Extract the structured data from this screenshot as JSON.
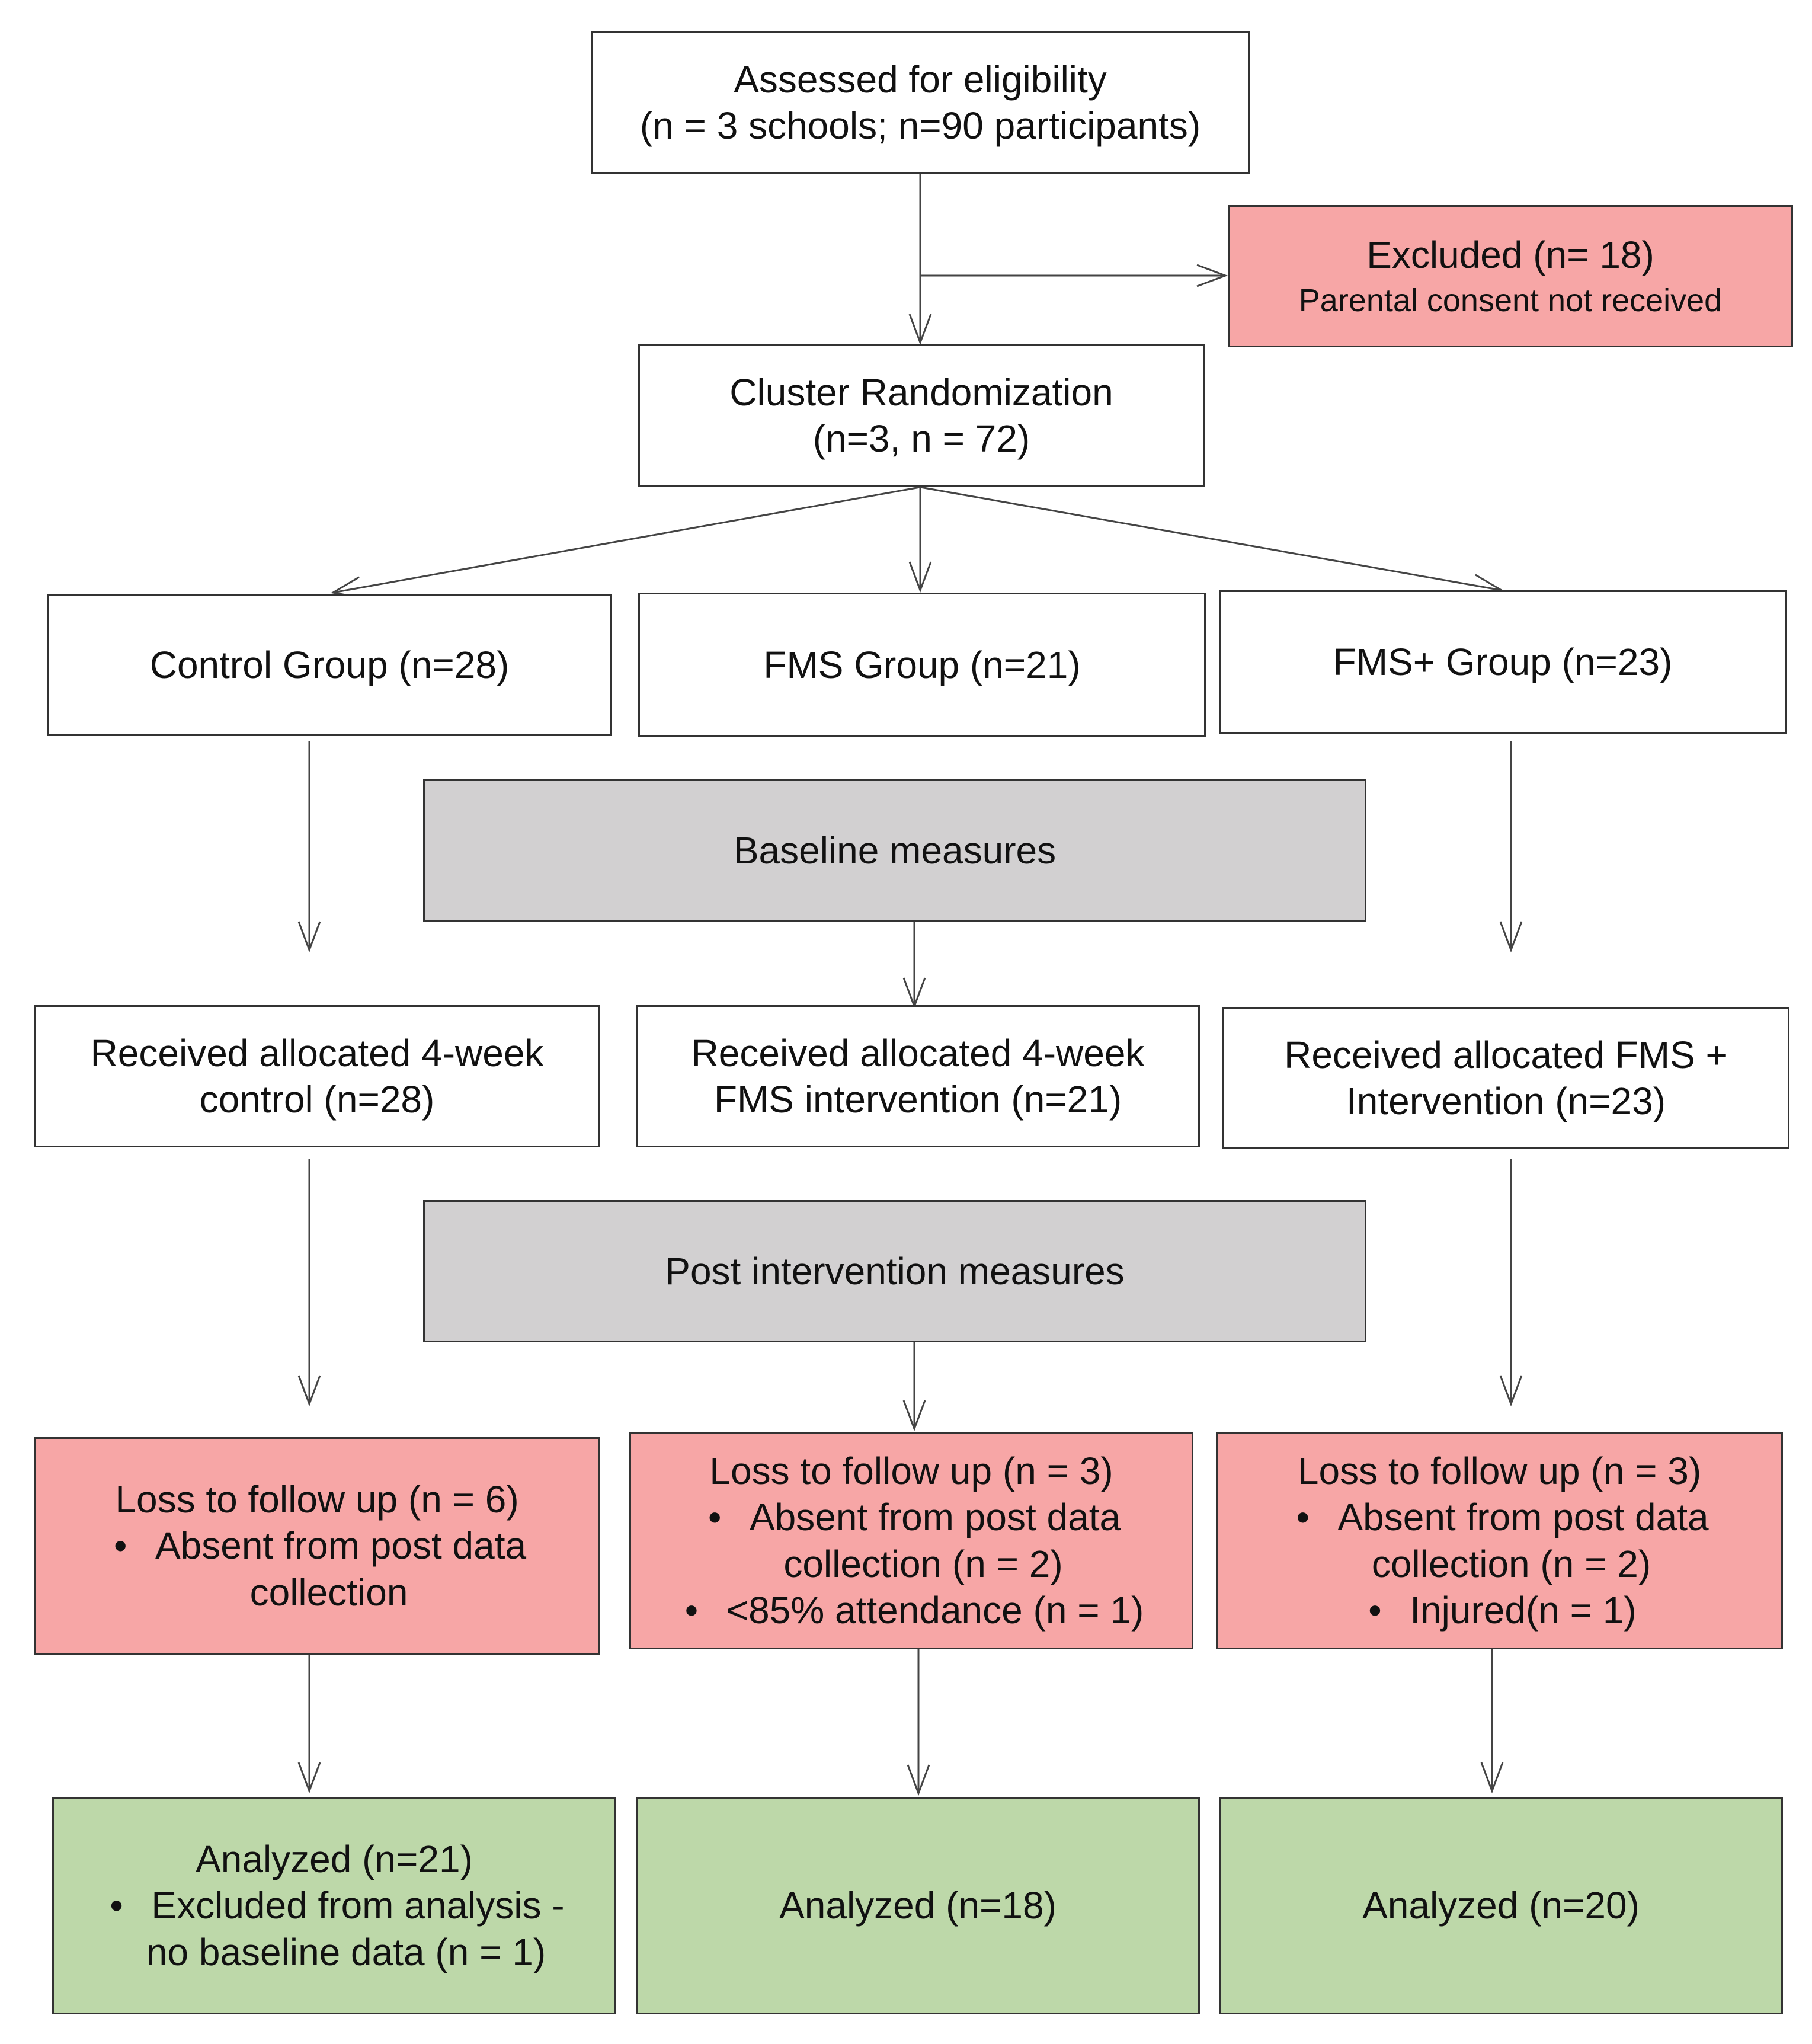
{
  "eligibility": {
    "line1": "Assessed for eligibility",
    "line2": "(n = 3 schools; n=90 participants)"
  },
  "excluded": {
    "title": "Excluded (n= 18)",
    "reason": "Parental consent not received"
  },
  "randomization": {
    "line1": "Cluster Randomization",
    "line2": "(n=3, n = 72)"
  },
  "groups": {
    "control": "Control Group (n=28)",
    "fms": "FMS Group (n=21)",
    "fms_plus": "FMS+ Group (n=23)"
  },
  "baseline": "Baseline measures",
  "allocation": {
    "control": {
      "line1": "Received allocated 4-week",
      "line2": "control (n=28)"
    },
    "fms": {
      "line1": "Received allocated 4-week",
      "line2": "FMS intervention (n=21)"
    },
    "fms_plus": {
      "line1": "Received allocated FMS +",
      "line2": "Intervention (n=23)"
    }
  },
  "post": "Post intervention measures",
  "loss": {
    "control": {
      "title": "Loss to follow up (n = 6)",
      "b1_l1": "Absent from post data",
      "b1_l2": "collection"
    },
    "fms": {
      "title": "Loss to follow up (n = 3)",
      "b1_l1": "Absent from post data",
      "b1_l2": "collection (n = 2)",
      "b2": "<85% attendance (n = 1)"
    },
    "fms_plus": {
      "title": "Loss to follow up (n = 3)",
      "b1_l1": "Absent from post data",
      "b1_l2": "collection (n = 2)",
      "b2": "Injured(n = 1)"
    }
  },
  "analyzed": {
    "control": {
      "title": "Analyzed (n=21)",
      "b1_l1": "Excluded from analysis -",
      "b1_l2": "no baseline data (n = 1)"
    },
    "fms": "Analyzed (n=18)",
    "fms_plus": "Analyzed (n=20)"
  },
  "colors": {
    "border": "#333333",
    "excluded_red": "#f7a6a6",
    "measure_gray": "#d2d0d1",
    "analyzed_green": "#bdd8a9"
  }
}
